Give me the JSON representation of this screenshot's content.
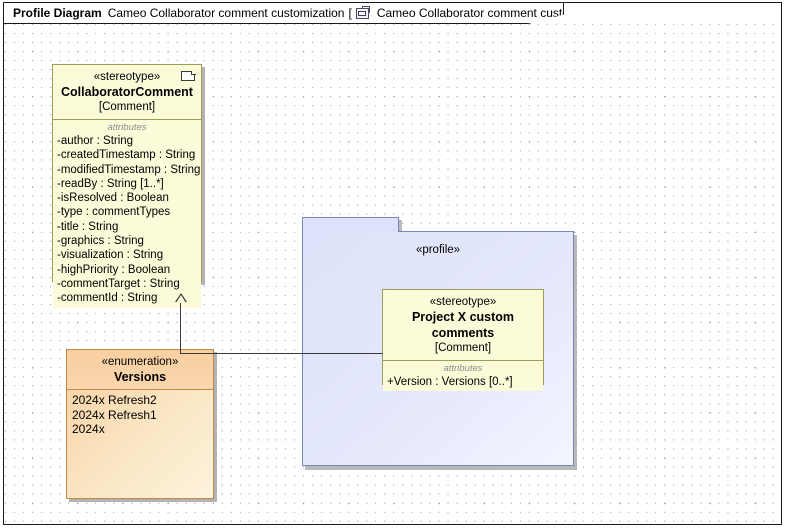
{
  "frame": {
    "kind_label": "Profile Diagram",
    "diagram_name": "Cameo Collaborator comment customization",
    "bracket_open": "[",
    "bracket_close": "]",
    "context_name": "Cameo Collaborator comment customization",
    "icon_name": "profile-diagram-icon"
  },
  "nodes": {
    "collaborator_comment": {
      "stereotype_label": "«stereotype»",
      "name": "CollaboratorComment",
      "base": "[Comment]",
      "icon_name": "comment-note-icon",
      "compartment_title": "attributes",
      "attributes": [
        "-author : String",
        "-createdTimestamp : String",
        "-modifiedTimestamp : String",
        "-readBy : String [1..*]",
        "-isResolved : Boolean",
        "-type : commentTypes",
        "-title : String",
        "-graphics : String",
        "-visualization : String",
        "-highPriority : Boolean",
        "-commentTarget : String",
        "-commentId : String"
      ]
    },
    "versions_enum": {
      "stereotype_label": "«enumeration»",
      "name": "Versions",
      "literals": [
        "2024x Refresh2",
        "2024x Refresh1",
        "2024x"
      ]
    },
    "profile_package": {
      "label": "«profile»"
    },
    "project_x_stereotype": {
      "stereotype_label": "«stereotype»",
      "name": "Project X custom comments",
      "base": "[Comment]",
      "compartment_title": "attributes",
      "attributes": [
        "+Version : Versions [0..*]"
      ]
    }
  },
  "colors": {
    "stereotype_fill": "#fbfbd9",
    "stereotype_border": "#9d9d55",
    "enumeration_fill": "#f7cfa0",
    "enumeration_border": "#c08a4a",
    "package_fill": "#dde2fa",
    "package_border": "#7a85b8",
    "connector": "#3a3a3a",
    "canvas": "#ffffff"
  }
}
